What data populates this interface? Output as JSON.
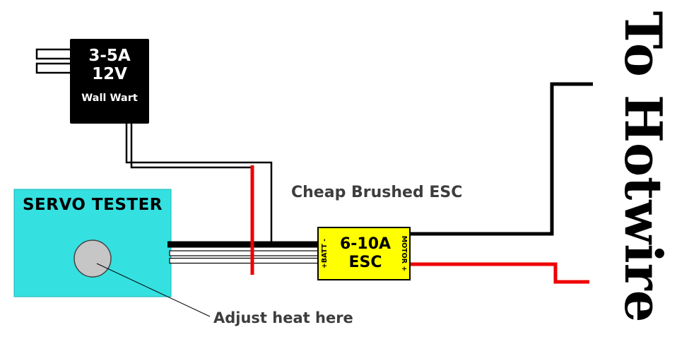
{
  "diagram": {
    "wall_wart": {
      "line1": "3-5A",
      "line2": "12V",
      "line3": "Wall Wart"
    },
    "servo_tester": {
      "label": "SERVO TESTER"
    },
    "esc": {
      "line1": "6-10A",
      "line2": "ESC",
      "left_label": "+BATT -",
      "right_label": "MOTOR +"
    },
    "captions": {
      "esc_type": "Cheap Brushed ESC",
      "adjust": "Adjust heat here",
      "output": "To Hotwire"
    },
    "colors": {
      "wire_black": "#000000",
      "wire_red": "#ee0000",
      "servo_tester_cyan": "#35e0e0",
      "esc_yellow": "#ffff00",
      "wall_wart_black": "#000000",
      "knob_gray": "#c6c6c6",
      "caption_gray": "#3d3d3d"
    }
  }
}
